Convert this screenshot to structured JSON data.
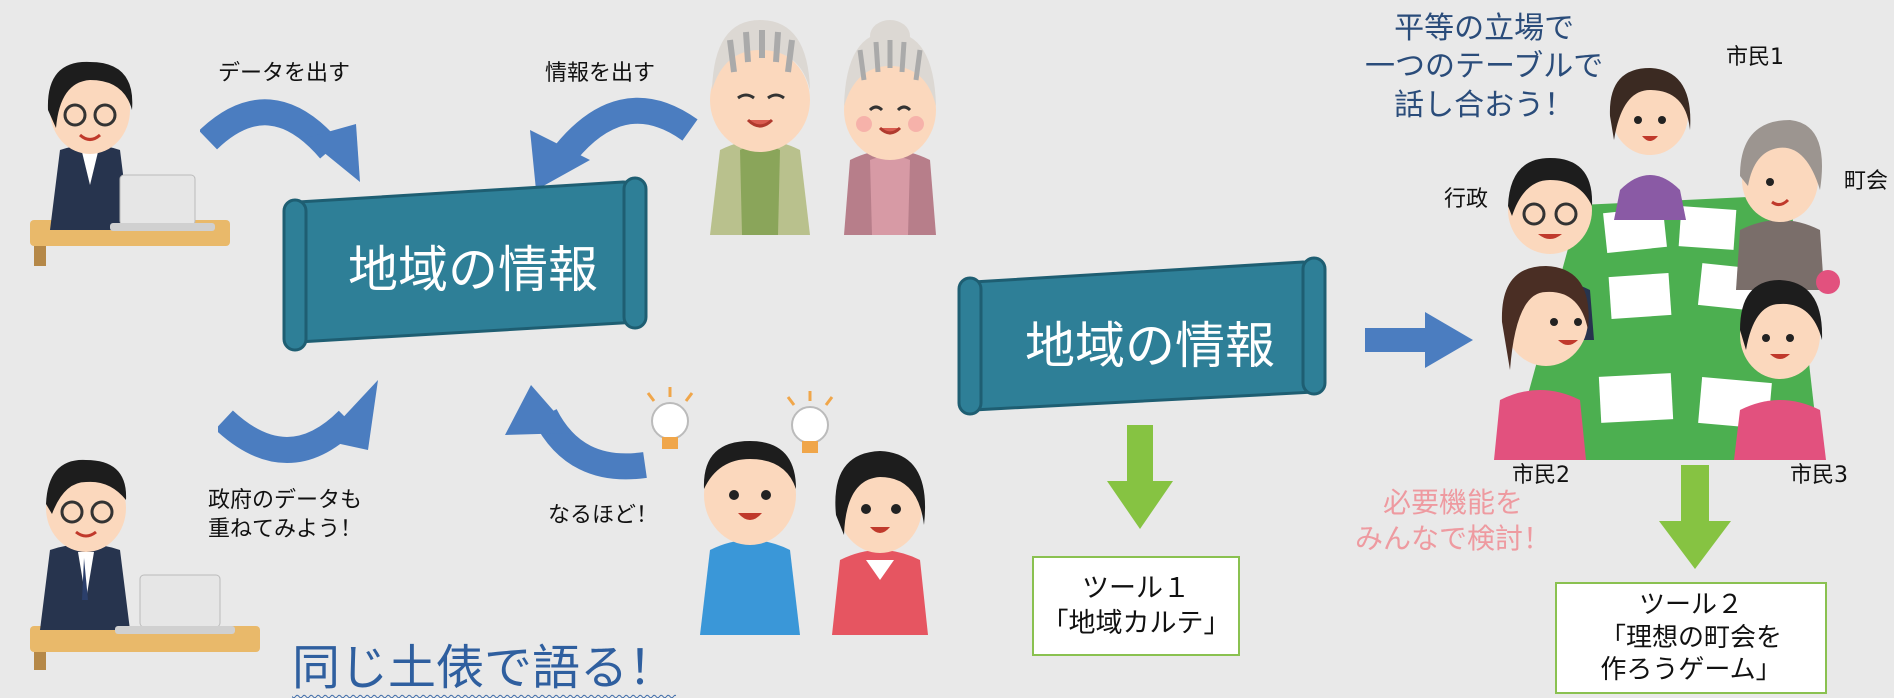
{
  "labels": {
    "data_out": "データを出す",
    "info_out": "情報を出す",
    "gov_data_1": "政府のデータも",
    "gov_data_2": "重ねてみよう！",
    "naruhodo": "なるほど！"
  },
  "scroll_left": {
    "title": "地域の情報"
  },
  "scroll_mid": {
    "title": "地域の情報"
  },
  "slogan": "同じ土俵で語る！",
  "tool1": {
    "line1": "ツール１",
    "line2": "「地域カルテ」"
  },
  "tool2": {
    "line1": "ツール２",
    "line2": "「理想の町会を",
    "line3": "作ろうゲーム」"
  },
  "equal_note": {
    "line1": "平等の立場で",
    "line2": "一つのテーブルで",
    "line3": "話し合おう！"
  },
  "func_note": {
    "line1": "必要機能を",
    "line2": "みんなで検討！"
  },
  "table_labels": {
    "citizen1": "市民1",
    "town": "町会",
    "admin": "行政",
    "citizen2": "市民2",
    "citizen3": "市民3"
  },
  "colors": {
    "background": "#e9e9e9",
    "scroll": "#2e7f97",
    "curved_arrow": "#4b7dc0",
    "down_arrow": "#86c342",
    "tool_border": "#8ac150",
    "slogan": "#2f5f9f",
    "note_blue": "#2a4c7a",
    "note_pink": "#ee9aa0"
  }
}
